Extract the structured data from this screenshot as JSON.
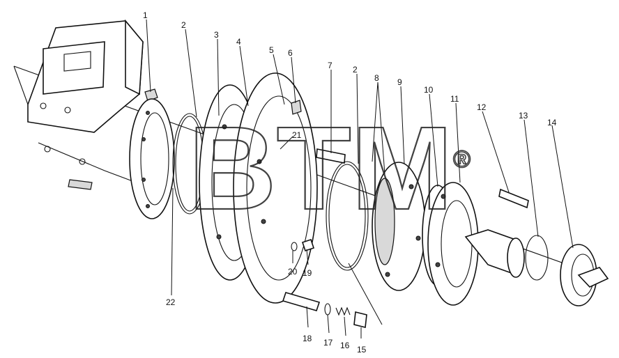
{
  "diagram": {
    "callouts": [
      {
        "id": "c1",
        "text": "1"
      },
      {
        "id": "c2a",
        "text": "2"
      },
      {
        "id": "c3",
        "text": "3"
      },
      {
        "id": "c4",
        "text": "4"
      },
      {
        "id": "c5",
        "text": "5"
      },
      {
        "id": "c6",
        "text": "6"
      },
      {
        "id": "c7",
        "text": "7"
      },
      {
        "id": "c2b",
        "text": "2"
      },
      {
        "id": "c8",
        "text": "8"
      },
      {
        "id": "c9",
        "text": "9"
      },
      {
        "id": "c10",
        "text": "10"
      },
      {
        "id": "c11",
        "text": "11"
      },
      {
        "id": "c12",
        "text": "12"
      },
      {
        "id": "c13",
        "text": "13"
      },
      {
        "id": "c14",
        "text": "14"
      },
      {
        "id": "c15",
        "text": "15"
      },
      {
        "id": "c16",
        "text": "16"
      },
      {
        "id": "c17",
        "text": "17"
      },
      {
        "id": "c18",
        "text": "18"
      },
      {
        "id": "c19",
        "text": "19"
      },
      {
        "id": "c20",
        "text": "20"
      },
      {
        "id": "c21",
        "text": "21"
      },
      {
        "id": "c22",
        "text": "22"
      }
    ]
  },
  "watermark": {
    "text": "BTM",
    "registered": "®"
  }
}
